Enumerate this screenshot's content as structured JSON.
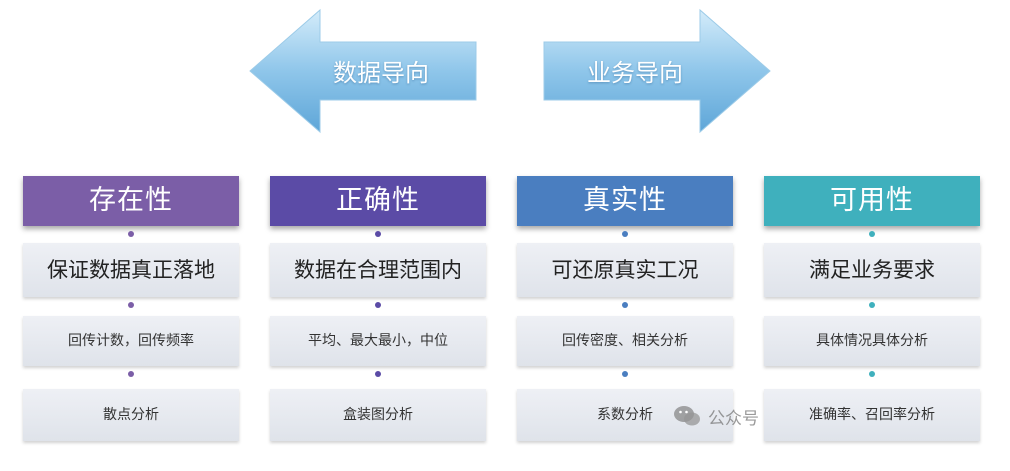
{
  "arrows": {
    "left": "数据导向",
    "right": "业务导向"
  },
  "columns": [
    {
      "header": "存在性",
      "color": "#7b5ea7",
      "rows": [
        "保证数据真正落地",
        "回传计数，回传频率",
        "散点分析"
      ]
    },
    {
      "header": "正确性",
      "color": "#5b4ba6",
      "rows": [
        "数据在合理范围内",
        "平均、最大最小，中位",
        "盒装图分析"
      ]
    },
    {
      "header": "真实性",
      "color": "#4a7ec0",
      "rows": [
        "可还原真实工况",
        "回传密度、相关分析",
        "系数分析"
      ]
    },
    {
      "header": "可用性",
      "color": "#3fb0bd",
      "rows": [
        "满足业务要求",
        "具体情况具体分析",
        "准确率、召回率分析"
      ]
    }
  ],
  "watermark": {
    "text": "公众号",
    "icon": "wechat-icon"
  }
}
